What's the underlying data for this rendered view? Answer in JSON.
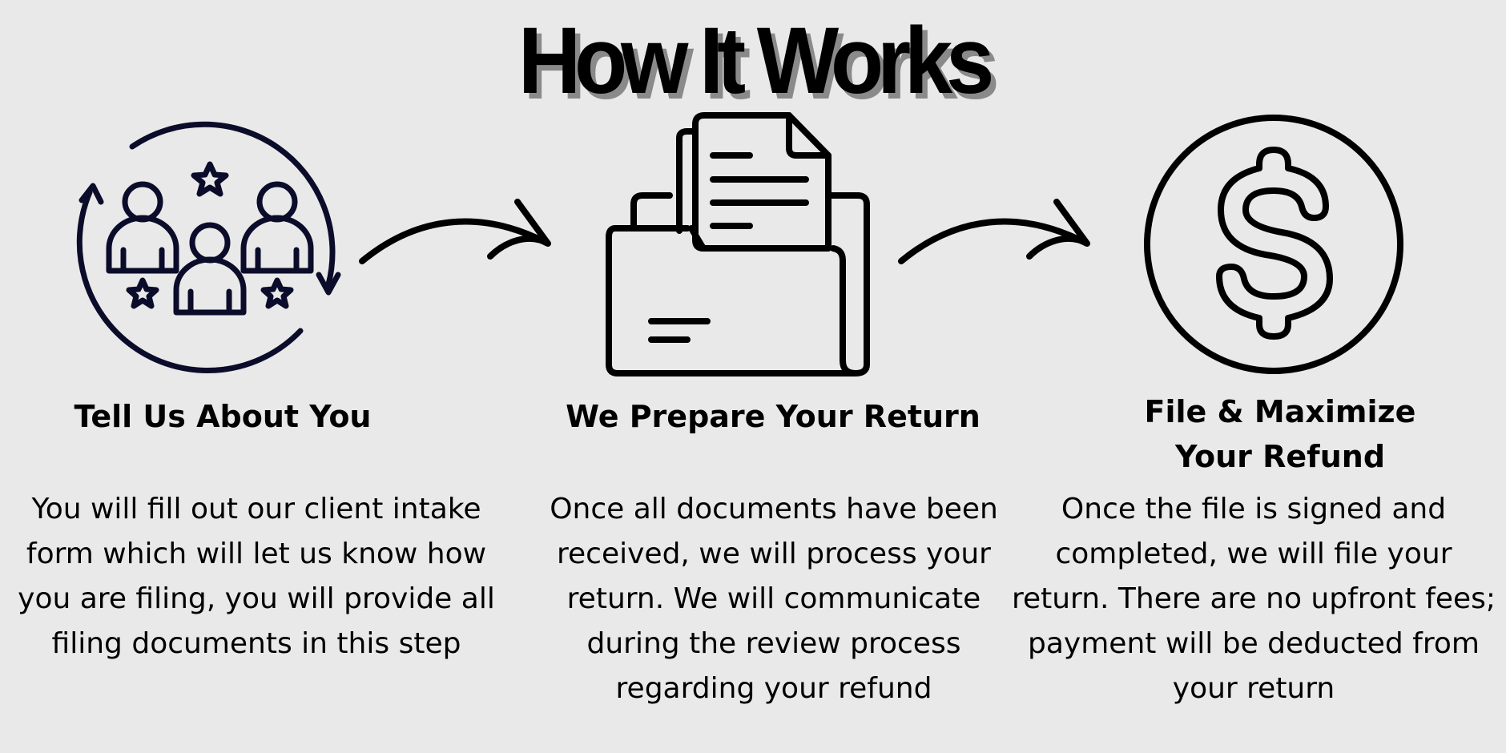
{
  "title": "How It Works",
  "steps": [
    {
      "icon": "people-cycle-icon",
      "heading": "Tell Us About You",
      "body": "You will fill out our client intake form which will let us know how you are filing, you will provide all filing documents in this step"
    },
    {
      "icon": "folder-document-icon",
      "heading": "We Prepare Your Return",
      "body": "Once all documents have been received, we will process your return. We will communicate during the review process regarding your refund"
    },
    {
      "icon": "dollar-coin-icon",
      "heading_line1": "File & Maximize",
      "heading_line2": "Your Refund",
      "body": "Once the file is signed and completed, we will file your return. There are no upfront fees; payment will be deducted from your return"
    }
  ],
  "colors": {
    "background": "#e9e9e9",
    "icon_navy": "#0b0c2a",
    "icon_black": "#000000"
  }
}
